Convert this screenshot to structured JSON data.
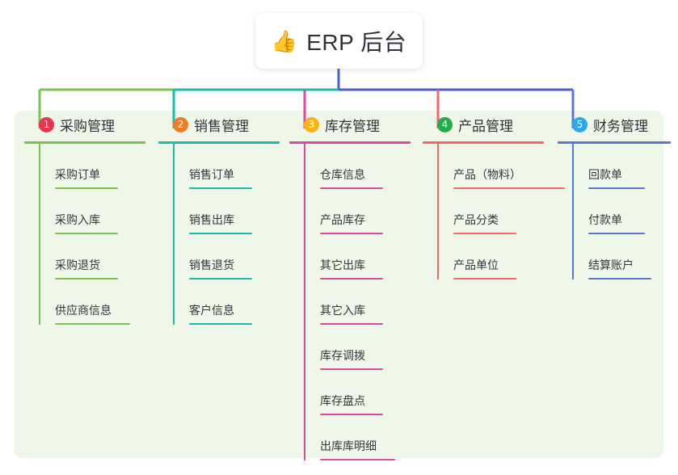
{
  "diagram": {
    "type": "mind-map",
    "title": "ERP 后台",
    "background_color": "#ffffff",
    "panel_color": "#eef7e8",
    "root": {
      "icon": "thumbs-up-icon",
      "icon_glyph": "👍",
      "label": "ERP 后台",
      "card_color": "#ffffff",
      "stem_color": "#4a5ec7"
    },
    "trunk": {
      "left_segment_color": "#7dc24b",
      "mid_segment_color": "#15c0a8",
      "right_segment_color": "#4a5ec7"
    },
    "branches": [
      {
        "number": "1",
        "badge_glyph": "❶",
        "label": "采购管理",
        "badge_color": "#e8344e",
        "line_color": "#7dc24b",
        "drop_color": "#7dc24b",
        "items": [
          {
            "label": "采购订单"
          },
          {
            "label": "采购入库"
          },
          {
            "label": "采购退货"
          },
          {
            "label": "供应商信息"
          }
        ]
      },
      {
        "number": "2",
        "badge_glyph": "❷",
        "label": "销售管理",
        "badge_color": "#f07c2b",
        "line_color": "#15c0a8",
        "drop_color": "#15c0a8",
        "items": [
          {
            "label": "销售订单"
          },
          {
            "label": "销售出库"
          },
          {
            "label": "销售退货"
          },
          {
            "label": "客户信息"
          }
        ]
      },
      {
        "number": "3",
        "badge_glyph": "❸",
        "label": "库存管理",
        "badge_color": "#f5b514",
        "line_color": "#e0479e",
        "drop_color": "#e0479e",
        "items": [
          {
            "label": "仓库信息"
          },
          {
            "label": "产品库存"
          },
          {
            "label": "其它出库"
          },
          {
            "label": "其它入库"
          },
          {
            "label": "库存调拨"
          },
          {
            "label": "库存盘点"
          },
          {
            "label": "出库库明细"
          }
        ]
      },
      {
        "number": "4",
        "badge_glyph": "❹",
        "label": "产品管理",
        "badge_color": "#23ac47",
        "line_color": "#f4686b",
        "drop_color": "#f4686b",
        "items": [
          {
            "label": "产品（物料）"
          },
          {
            "label": "产品分类"
          },
          {
            "label": "产品单位"
          }
        ]
      },
      {
        "number": "5",
        "badge_glyph": "❺",
        "label": "财务管理",
        "badge_color": "#2fa8e8",
        "line_color": "#5b77d6",
        "drop_color": "#5b77d6",
        "items": [
          {
            "label": "回款单"
          },
          {
            "label": "付款单"
          },
          {
            "label": "结算账户"
          }
        ]
      }
    ]
  }
}
